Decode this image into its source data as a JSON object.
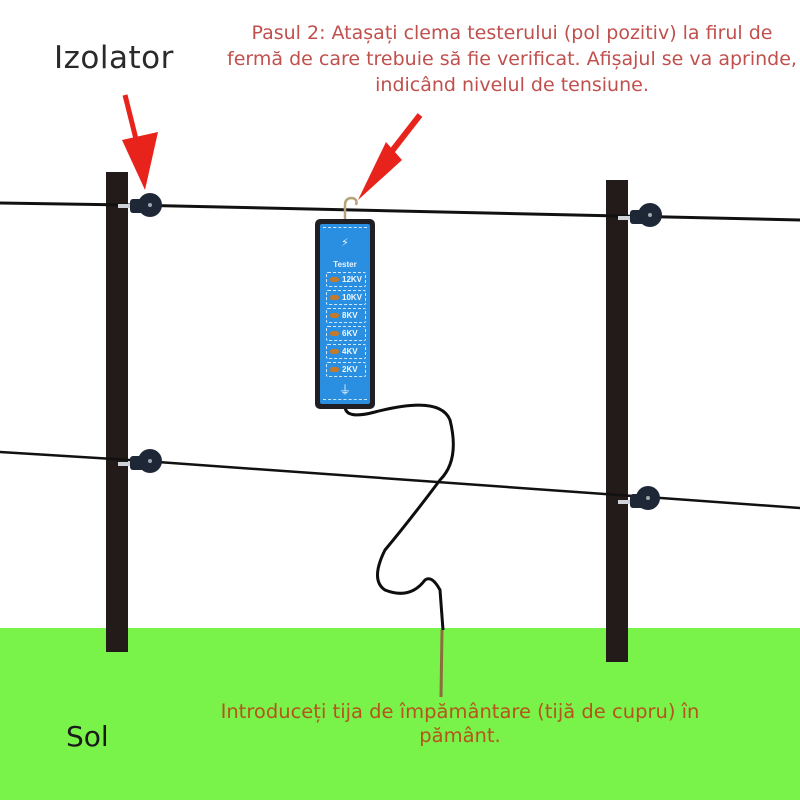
{
  "labels": {
    "insulator": "Izolator",
    "ground": "Sol",
    "step2": "Pasul 2: Atașați clema testerului (pol pozitiv) la firul de fermă de care trebuie să fie verificat. Afișajul se va aprinde, indicând nivelul de tensiune.",
    "ground_rod_note": "Introduceți tija de împământare (tijă de cupru) în pământ."
  },
  "tester": {
    "title": "Tester",
    "bolt_icon": "⚡",
    "ground_symbol": "⏚",
    "levels": [
      "12KV",
      "10KV",
      "8KV",
      "6KV",
      "4KV",
      "2KV"
    ]
  },
  "colors": {
    "ground": "#79f24a",
    "post": "#231a1a",
    "wire": "#111111",
    "arrow": "#e8231c",
    "tester_face": "#2a8fe0",
    "led": "#c37a2c",
    "step_text": "#c0504d",
    "note_text": "#b5541c"
  }
}
